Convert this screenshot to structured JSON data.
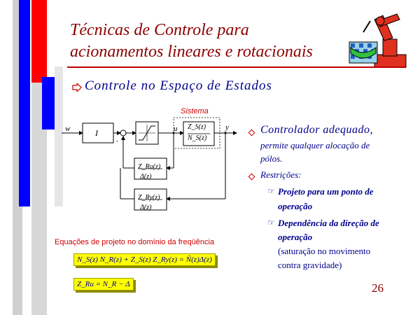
{
  "slide": {
    "title_line1": "Técnicas de Controle para",
    "title_line2": "acionamentos lineares e rotacionais",
    "subtitle": "Controle no Espaço de Estados",
    "page_number": "26",
    "accent_color": "#c00000",
    "text_color": "#00008b"
  },
  "diagram": {
    "system_label": "Sistema",
    "input_w": "w",
    "integrator": "I",
    "signal_u": "u",
    "plant_num": "Z_S(z)",
    "plant_den": "N_S(z)",
    "output_y": "y",
    "feedback1_num": "Z_Ru(z)",
    "feedback1_den": "Δ(z)",
    "feedback2_num": "Z_Ry(z)",
    "feedback2_den": "Δ(z)"
  },
  "equations": {
    "label": "Equações de projeto no domínio da freqüência",
    "eq1": "N_S(z) N_R(z) + Z_S(z) Z_Ry(z) = Ñ(z)Δ(z)",
    "eq2": "Z_Ru = N_R − Δ"
  },
  "right_panel": {
    "point1_main": "Controlador adequado,",
    "point1_sub_line1": "permite qualquer alocação de",
    "point1_sub_line2": "pólos.",
    "point2": "Restrições:",
    "sub1_line1": "Projeto para um ponto de",
    "sub1_line2": "operação",
    "sub2_line1": "Dependência da direção de",
    "sub2_line2": "operação",
    "sub2_note_line1": "(saturação no movimento",
    "sub2_note_line2": "contra gravidade)"
  }
}
